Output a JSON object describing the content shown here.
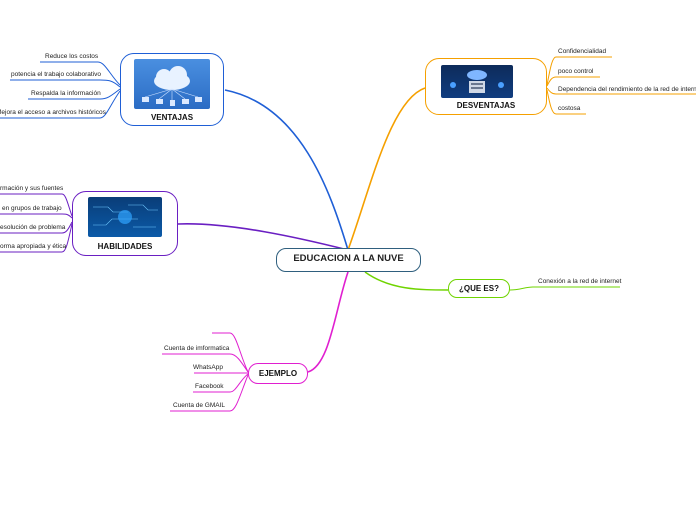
{
  "mindmap": {
    "central_topic": "EDUCACION A LA NUVE",
    "branches": {
      "ventajas": {
        "title": "VENTAJAS",
        "image": "cloud-network-illustration",
        "color": "#1f5fd6",
        "items": [
          "Reduce los costos",
          "potencia el trabajo colaborativo",
          "Respalda la información",
          "Mejora el acceso a archivos históricos"
        ]
      },
      "desventajas": {
        "title": "DESVENTAJAS",
        "image": "cloud-server-illustration",
        "color": "#f5a000",
        "items": [
          "Confidencialidad",
          "poco control",
          "Dependencia del rendimiento de la red de internet",
          "costosa"
        ]
      },
      "habilidades": {
        "title": "HABILIDADES",
        "image": "digital-circuit-illustration",
        "color": "#6a1fc2",
        "items": [
          "rmación y sus fuentes",
          "en grupos de trabajo",
          "esolución de problema",
          "orma apropiada y ética"
        ]
      },
      "que_es": {
        "title": "¿QUE ES?",
        "color": "#6fd400",
        "items": [
          "Conexión a la red de internet"
        ]
      },
      "ejemplo": {
        "title": "EJEMPLO",
        "color": "#e01fd0",
        "items": [
          "",
          "Cuenta de imformatica",
          "WhatsApp",
          "Facebook",
          "Cuenta de GMAIL"
        ]
      }
    }
  }
}
